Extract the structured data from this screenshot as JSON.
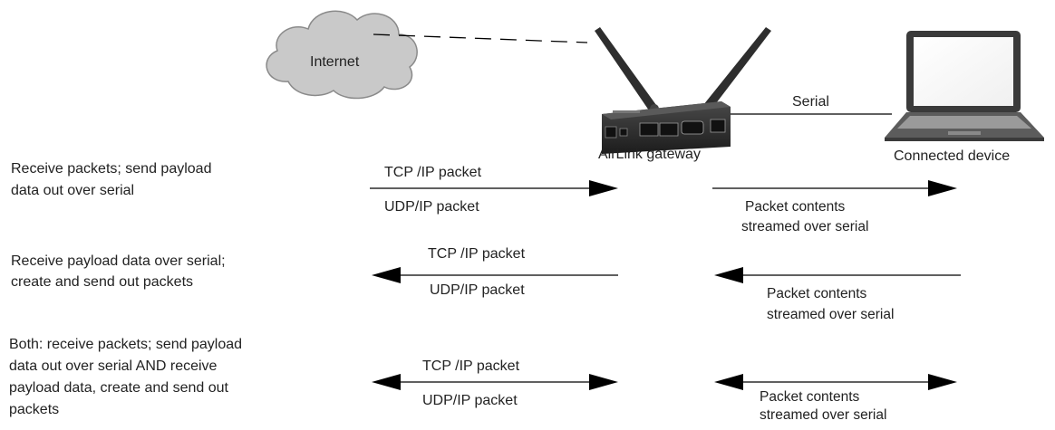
{
  "cloud": {
    "label": "Internet"
  },
  "gateway": {
    "label": "AirLink gateway"
  },
  "device": {
    "label": "Connected device"
  },
  "serial_label": "Serial",
  "colors": {
    "cloud_fill": "#c9c9c9",
    "cloud_stroke": "#8a8a8a",
    "line": "#000000",
    "device_body": "#3a3a3a",
    "gateway_body": "#2b2b2b"
  },
  "rows": [
    {
      "desc_lines": [
        "Receive packets; send payload",
        "data out over serial"
      ],
      "direction": "to-device",
      "packet_labels": [
        "TCP /IP packet",
        "UDP/IP packet"
      ],
      "serial_lines": [
        "Packet contents",
        "streamed over serial"
      ]
    },
    {
      "desc_lines": [
        "Receive payload data over serial;",
        "create and send out packets"
      ],
      "direction": "to-network",
      "packet_labels": [
        "TCP /IP packet",
        "UDP/IP packet"
      ],
      "serial_lines": [
        "Packet contents",
        "streamed over serial"
      ]
    },
    {
      "desc_lines": [
        "Both: receive packets; send payload",
        "data out over serial AND receive",
        "payload data, create and send out",
        "packets"
      ],
      "direction": "both",
      "packet_labels": [
        "TCP /IP packet",
        "UDP/IP packet"
      ],
      "serial_lines": [
        "Packet contents",
        "streamed over serial"
      ]
    }
  ]
}
